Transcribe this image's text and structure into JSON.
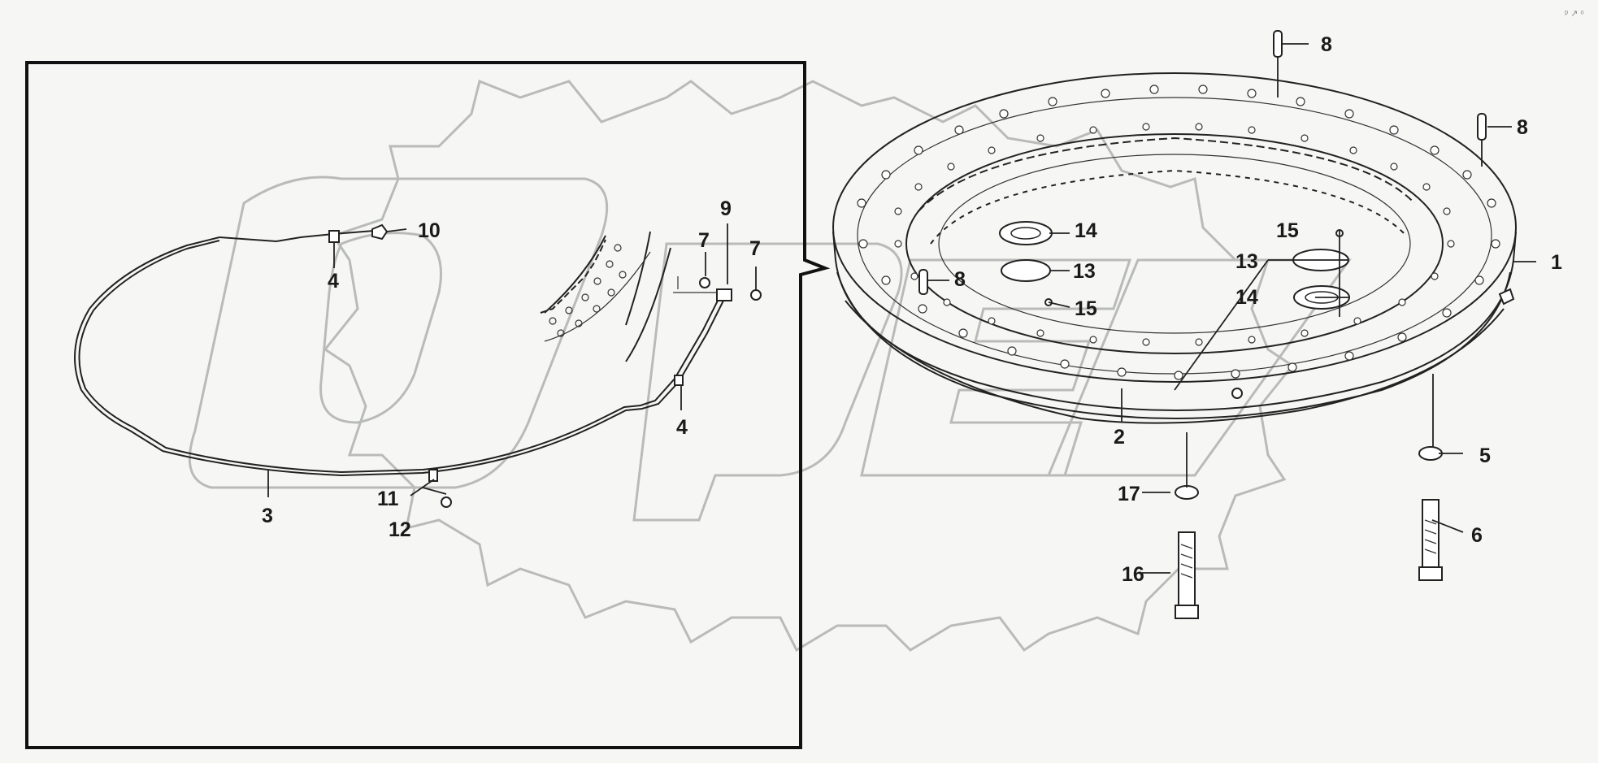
{
  "diagram": {
    "corner_mark": "ᵖ ↗ ᵒ",
    "callouts": [
      {
        "id": "c1",
        "label": "1"
      },
      {
        "id": "c2",
        "label": "2"
      },
      {
        "id": "c3",
        "label": "3"
      },
      {
        "id": "c4a",
        "label": "4"
      },
      {
        "id": "c4b",
        "label": "4"
      },
      {
        "id": "c5",
        "label": "5"
      },
      {
        "id": "c6",
        "label": "6"
      },
      {
        "id": "c7a",
        "label": "7"
      },
      {
        "id": "c7b",
        "label": "7"
      },
      {
        "id": "c8a",
        "label": "8"
      },
      {
        "id": "c8b",
        "label": "8"
      },
      {
        "id": "c8c",
        "label": "8"
      },
      {
        "id": "c9",
        "label": "9"
      },
      {
        "id": "c10",
        "label": "10"
      },
      {
        "id": "c11",
        "label": "11"
      },
      {
        "id": "c12",
        "label": "12"
      },
      {
        "id": "c13a",
        "label": "13"
      },
      {
        "id": "c13b",
        "label": "13"
      },
      {
        "id": "c14a",
        "label": "14"
      },
      {
        "id": "c14b",
        "label": "14"
      },
      {
        "id": "c15a",
        "label": "15"
      },
      {
        "id": "c15b",
        "label": "15"
      },
      {
        "id": "c16",
        "label": "16"
      },
      {
        "id": "c17",
        "label": "17"
      }
    ]
  }
}
